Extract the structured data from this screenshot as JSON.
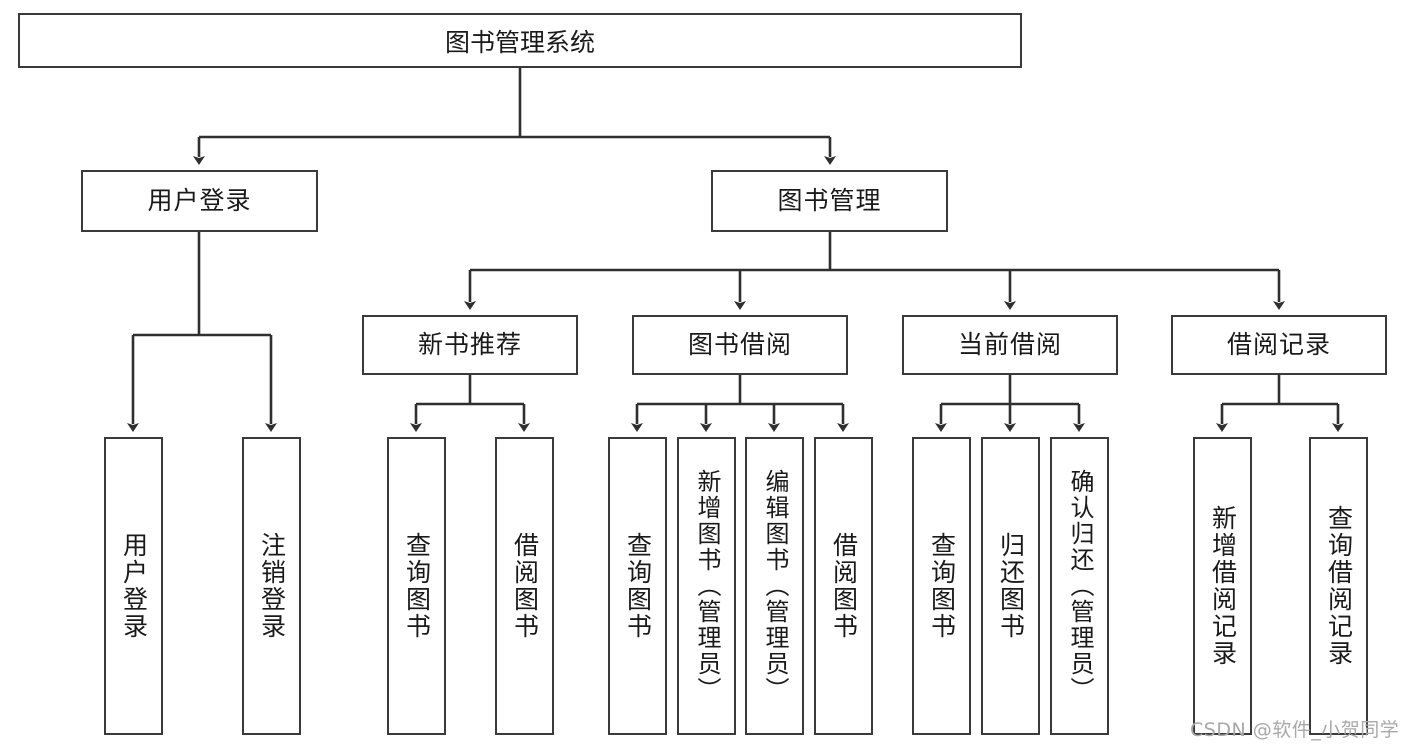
{
  "diagram": {
    "title": "图书管理系统",
    "type": "hierarchy-tree",
    "root": {
      "label": "图书管理系统"
    },
    "level2": [
      {
        "label": "用户登录"
      },
      {
        "label": "图书管理"
      }
    ],
    "level3": [
      {
        "label": "新书推荐"
      },
      {
        "label": "图书借阅"
      },
      {
        "label": "当前借阅"
      },
      {
        "label": "借阅记录"
      }
    ],
    "leaves": {
      "user_login": [
        {
          "label": "用户登录"
        },
        {
          "label": "注销登录"
        }
      ],
      "new_book_recommend": [
        {
          "label": "查询图书"
        },
        {
          "label": "借阅图书"
        }
      ],
      "book_borrow": [
        {
          "label": "查询图书"
        },
        {
          "label": "新增图书（管理员）"
        },
        {
          "label": "编辑图书（管理员）"
        },
        {
          "label": "借阅图书"
        }
      ],
      "current_borrow": [
        {
          "label": "查询图书"
        },
        {
          "label": "归还图书"
        },
        {
          "label": "确认归还（管理员）"
        }
      ],
      "borrow_record": [
        {
          "label": "新增借阅记录"
        },
        {
          "label": "查询借阅记录"
        }
      ]
    }
  },
  "watermark": {
    "text": "CSDN @软件_小贺同学"
  },
  "colors": {
    "stroke": "#3a3a3a",
    "text": "#1a1a1a",
    "background": "#ffffff",
    "watermark": "#a8a8a8"
  }
}
